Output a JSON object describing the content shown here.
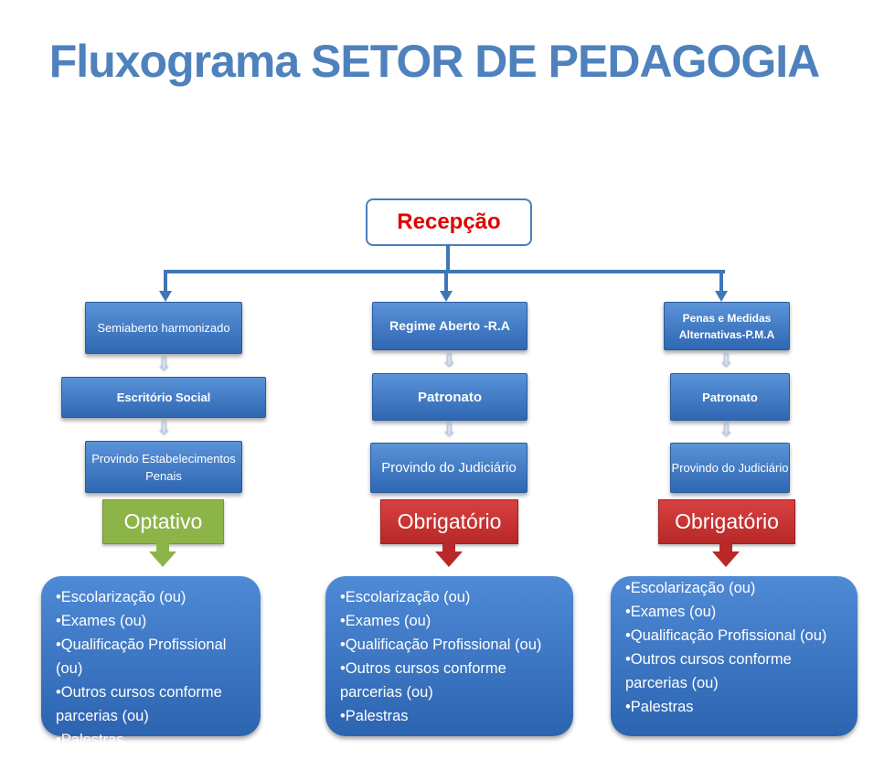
{
  "title": "Fluxograma  SETOR DE PEDAGOGIA",
  "root": "Recepção",
  "columns": [
    {
      "steps": [
        "Semiaberto harmonizado",
        "Escritório Social",
        "Provindo Estabelecimentos Penais"
      ],
      "tag": "Optativo",
      "tag_color": "#8db449",
      "items": [
        "•Escolarização  (ou)",
        "•Exames (ou)",
        "•Qualificação Profissional (ou)",
        "•Outros cursos conforme parcerias (ou)",
        "•Palestras"
      ]
    },
    {
      "steps": [
        "Regime  Aberto -R.A",
        "Patronato",
        "Provindo do Judiciário"
      ],
      "tag": "Obrigatório",
      "tag_color": "#c83030",
      "items": [
        "•Escolarização  (ou)",
        "•Exames (ou)",
        "•Qualificação Profissional (ou)",
        "•Outros cursos conforme parcerias (ou)",
        "•Palestras"
      ]
    },
    {
      "steps": [
        "Penas e Medidas Alternativas-P.M.A",
        "Patronato",
        "Provindo do Judiciário"
      ],
      "tag": "Obrigatório",
      "tag_color": "#c83030",
      "items": [
        "•Escolarização  (ou)",
        "•Exames (ou)",
        "•Qualificação Profissional (ou)",
        "•Outros cursos conforme parcerias (ou)",
        "•Palestras"
      ]
    }
  ]
}
